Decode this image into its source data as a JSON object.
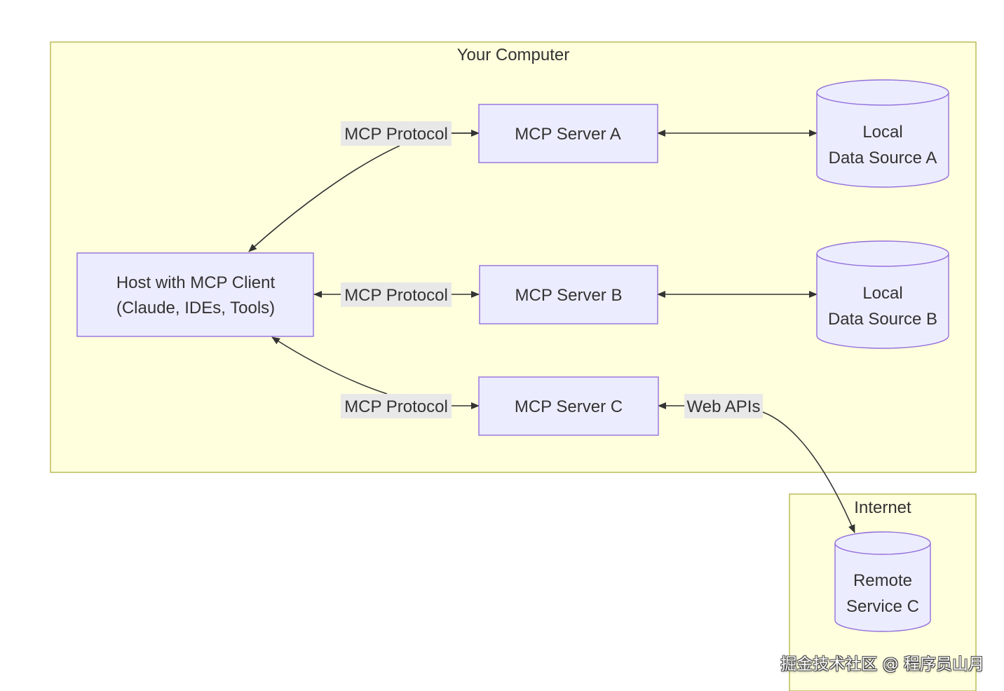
{
  "clusters": {
    "computer": {
      "label": "Your Computer"
    },
    "internet": {
      "label": "Internet"
    }
  },
  "nodes": {
    "host": {
      "lines": [
        "Host with MCP Client",
        "(Claude, IDEs, Tools)"
      ]
    },
    "server_a": {
      "label": "MCP Server A"
    },
    "server_b": {
      "label": "MCP Server B"
    },
    "server_c": {
      "label": "MCP Server C"
    },
    "data_a": {
      "lines": [
        "Local",
        "Data Source A"
      ]
    },
    "data_b": {
      "lines": [
        "Local",
        "Data Source B"
      ]
    },
    "remote_c": {
      "lines": [
        "Remote",
        "Service C"
      ]
    }
  },
  "edges": {
    "host_server_a": {
      "label": "MCP Protocol"
    },
    "host_server_b": {
      "label": "MCP Protocol"
    },
    "host_server_c": {
      "label": "MCP Protocol"
    },
    "server_c_remote": {
      "label": "Web APIs"
    }
  },
  "watermark": "掘金技术社区 @ 程序员山月",
  "colors": {
    "cluster_fill": "#ffffde",
    "cluster_stroke": "#aaaa33",
    "node_fill": "#ececff",
    "node_stroke": "#9370db",
    "edge": "#333333",
    "edge_label_bg": "#e8e8e8"
  }
}
